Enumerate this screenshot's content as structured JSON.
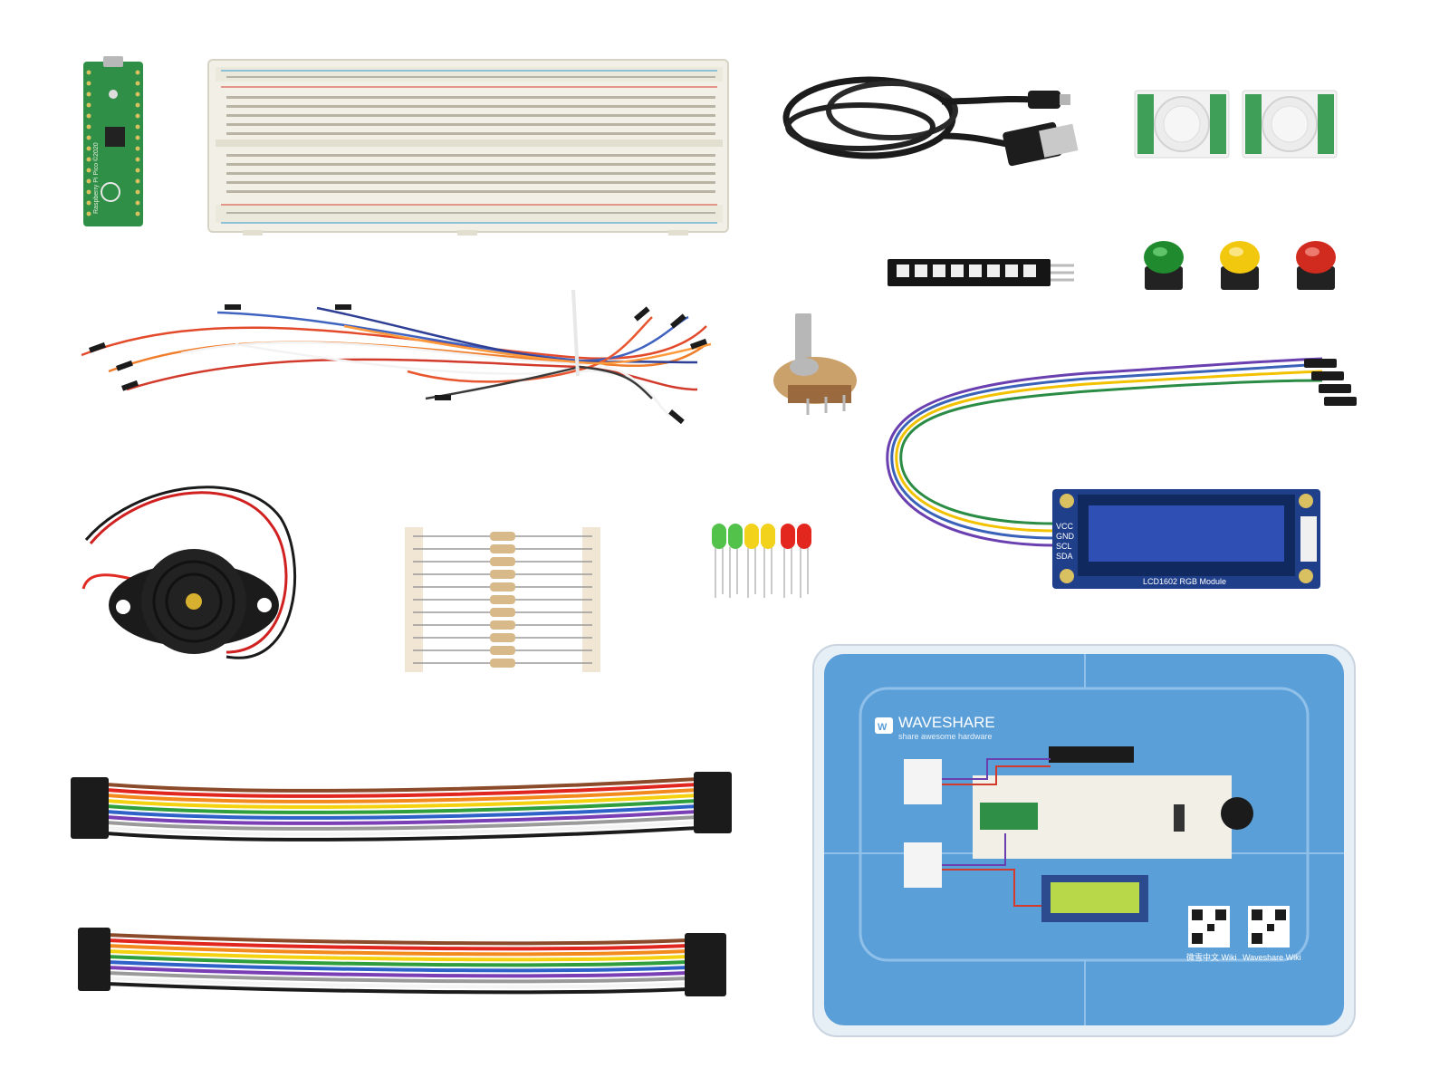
{
  "board": {
    "silk": "Raspberry Pi Pico ©2020"
  },
  "lcd": {
    "pins": [
      "VCC",
      "GND",
      "SCL",
      "SDA"
    ],
    "label": "LCD1602 RGB Module"
  },
  "case": {
    "brand": "WAVESHARE",
    "tagline": "share awesome hardware",
    "qr_label_left": "微雪中文 Wiki",
    "qr_label_right": "Waveshare Wiki"
  },
  "colors": {
    "background": "#ffffff",
    "pcb_green": "#2f8f46",
    "breadboard": "#f1efe6",
    "lcd_board": "#1f3f8a",
    "lcd_screen": "#2f4fb5",
    "case_blue": "#5b9fd8",
    "button_green": "#1f8a2e",
    "button_yellow": "#f2c80f",
    "button_red": "#d12a1e"
  },
  "icons": {
    "case_logo": "waveshare-logo-icon",
    "qr": "qr-code-icon"
  }
}
